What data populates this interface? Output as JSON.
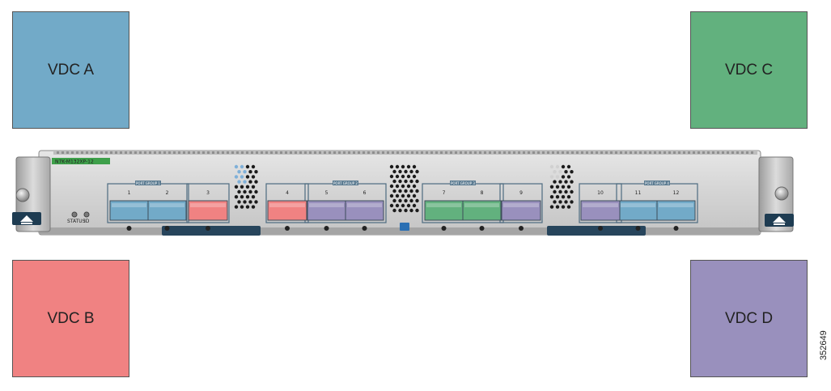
{
  "legend": [
    {
      "id": "vdc-a",
      "label": "VDC A",
      "color": "#72aac8"
    },
    {
      "id": "vdc-b",
      "label": "VDC B",
      "color": "#f08282"
    },
    {
      "id": "vdc-c",
      "label": "VDC C",
      "color": "#62b17e"
    },
    {
      "id": "vdc-d",
      "label": "VDC D",
      "color": "#9990bd"
    }
  ],
  "line_card": {
    "model_label": "N7K-M132XP-12",
    "status_label": "STATUS",
    "id_label": "ID",
    "port_groups": [
      {
        "label": "PORT GROUP 1",
        "ports": [
          "1",
          "2"
        ],
        "vdc": "A"
      },
      {
        "label": "PORT GROUP 2",
        "ports": [
          "5",
          "6"
        ],
        "vdc": "D"
      },
      {
        "label": "PORT GROUP 3",
        "ports": [
          "7",
          "8"
        ],
        "vdc": "C"
      },
      {
        "label": "PORT GROUP 4",
        "ports": [
          "11",
          "12"
        ],
        "vdc": "A"
      }
    ],
    "single_ports": [
      {
        "label": "3",
        "vdc": "B"
      },
      {
        "label": "4",
        "vdc": "B"
      },
      {
        "label": "9",
        "vdc": "D"
      },
      {
        "label": "10",
        "vdc": "D"
      }
    ]
  },
  "figure_id": "352649"
}
